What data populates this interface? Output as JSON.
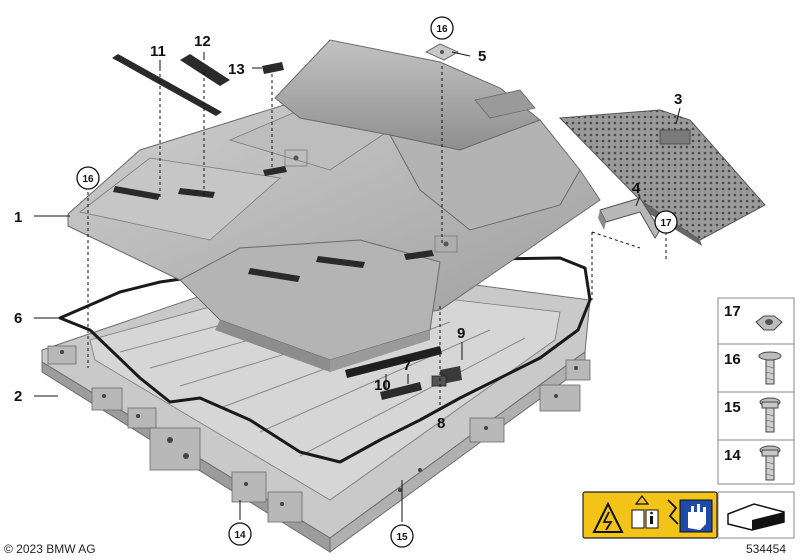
{
  "diagram": {
    "callouts": {
      "c1": "1",
      "c2": "2",
      "c3": "3",
      "c4": "4",
      "c5": "5",
      "c6": "6",
      "c7": "7",
      "c8": "8",
      "c9": "9",
      "c10": "10",
      "c11": "11",
      "c12": "12",
      "c13": "13",
      "c14": "14",
      "c15": "15",
      "c16a": "16",
      "c16b": "16",
      "c17": "17"
    },
    "legend": {
      "p17": "17",
      "p16": "16",
      "p15": "15",
      "p14": "14"
    }
  },
  "footer": {
    "copyright": "© 2023 BMW AG",
    "doc_number": "534454"
  },
  "colors": {
    "cover": "#b9b9b9",
    "cover_dark": "#8d8d8d",
    "tray": "#c9c9c9",
    "tray_dark": "#9c9c9c",
    "seal": "#1a1a1a",
    "warning": "#f2c418"
  }
}
